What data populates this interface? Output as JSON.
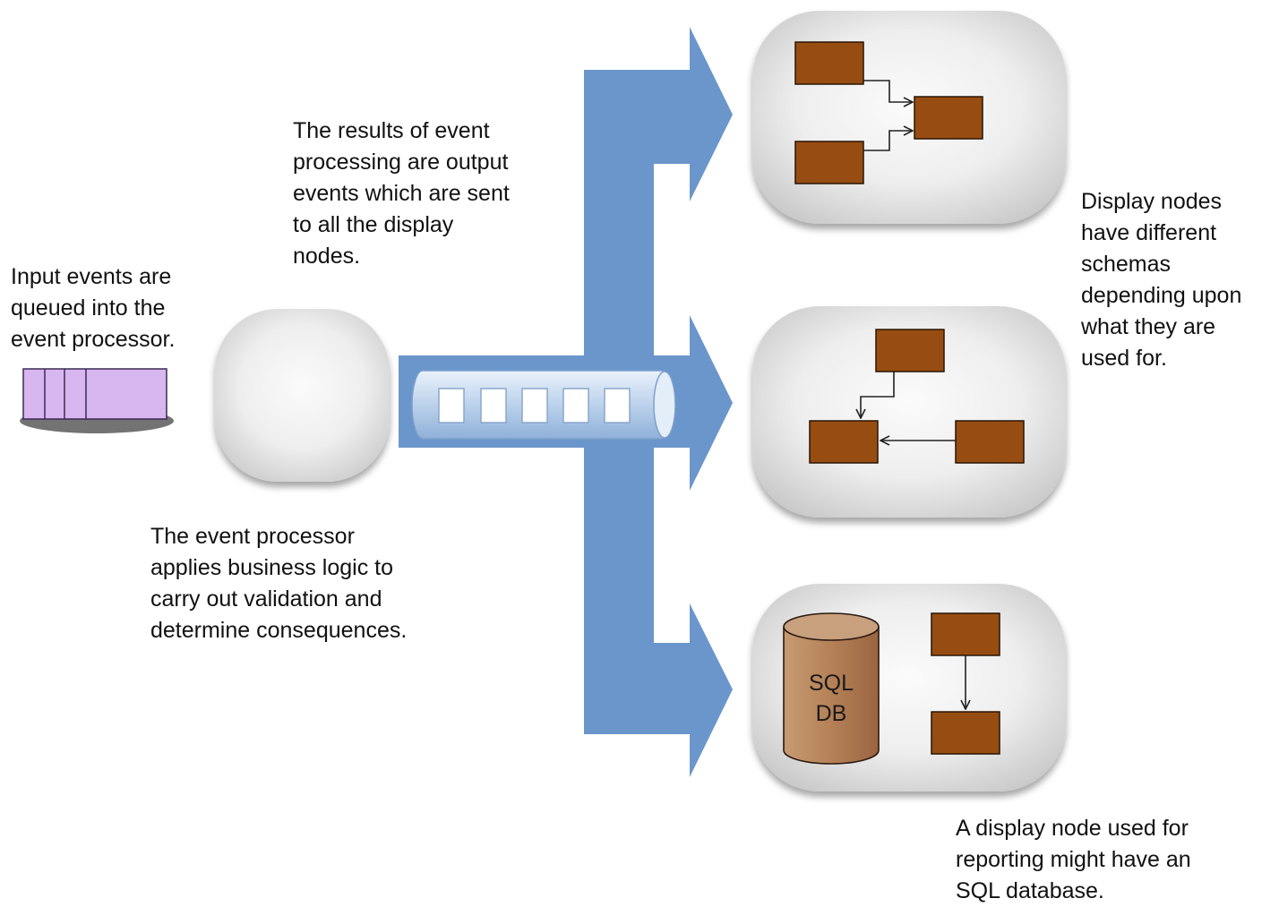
{
  "captions": {
    "input": [
      "Input events are",
      "queued into the",
      "event processor."
    ],
    "results": [
      "The results of event",
      "processing are output",
      "events which are sent",
      "to all the display",
      "nodes."
    ],
    "processor": [
      "The event processor",
      "applies business logic to",
      "carry out validation and",
      "determine consequences."
    ],
    "schemas": [
      "Display nodes",
      "have different",
      "schemas",
      "depending upon",
      "what they are",
      "used for."
    ],
    "reporting": [
      "A display node used for",
      "reporting might have an",
      "SQL database."
    ]
  },
  "database": {
    "line1": "SQL",
    "line2": "DB"
  },
  "colors": {
    "flow_arrow": "#6b96cb",
    "queue_pipe": "#c5d8ee",
    "schema_box": "#974d12",
    "node_gradient_center": "#fbfbfb",
    "node_gradient_edge": "#d6d6d6",
    "input_event": "#d8b6f0",
    "database": "#b07e55",
    "text": "#111111"
  }
}
